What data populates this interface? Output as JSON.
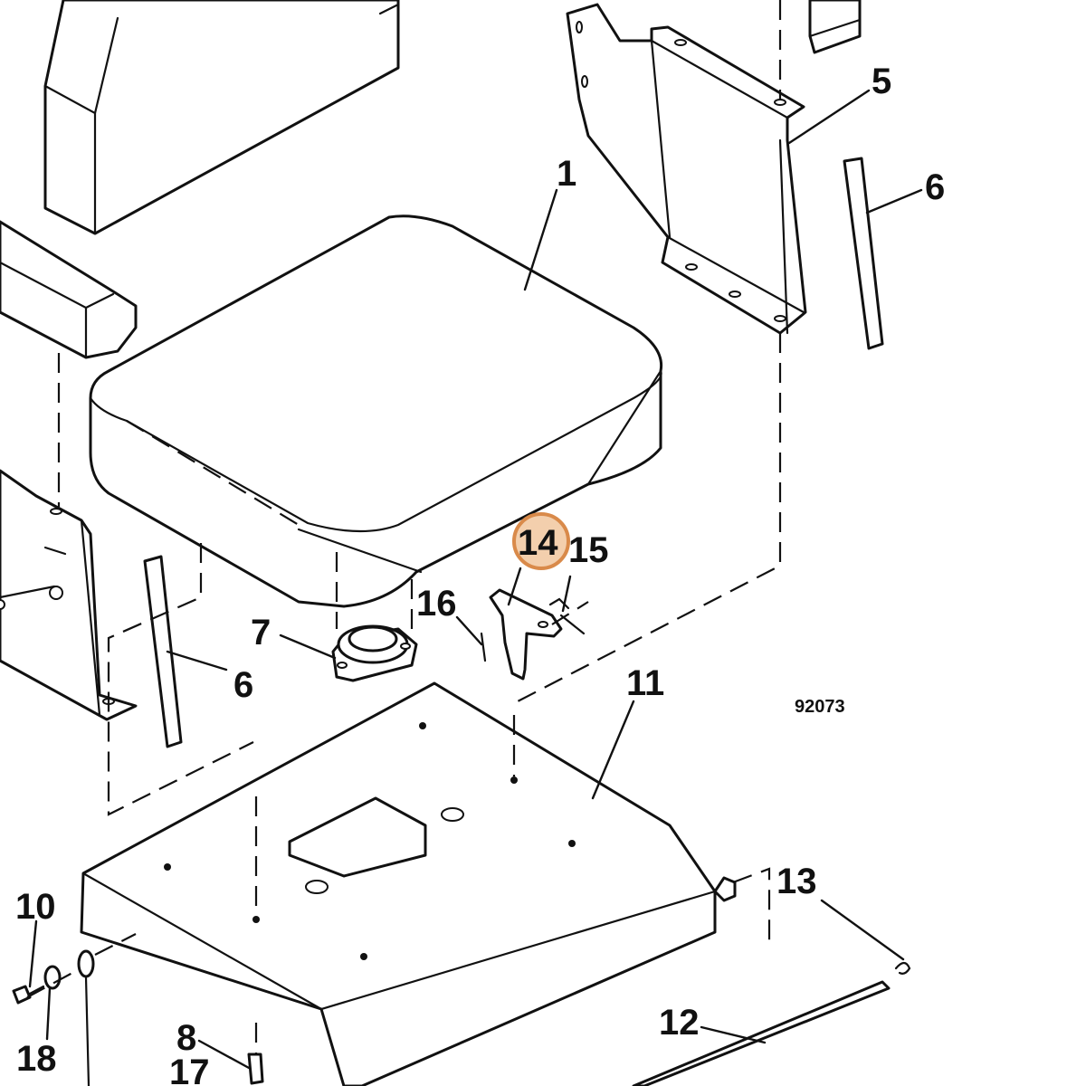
{
  "diagram": {
    "reference_number": "92073",
    "callouts": [
      {
        "id": "c1",
        "label": "1"
      },
      {
        "id": "c5",
        "label": "5"
      },
      {
        "id": "c6a",
        "label": "6"
      },
      {
        "id": "c6b",
        "label": "6"
      },
      {
        "id": "c7",
        "label": "7"
      },
      {
        "id": "c8",
        "label": "8"
      },
      {
        "id": "c10",
        "label": "10"
      },
      {
        "id": "c11",
        "label": "11"
      },
      {
        "id": "c12",
        "label": "12"
      },
      {
        "id": "c13",
        "label": "13"
      },
      {
        "id": "c14",
        "label": "14"
      },
      {
        "id": "c15",
        "label": "15"
      },
      {
        "id": "c16",
        "label": "16"
      },
      {
        "id": "c17",
        "label": "17"
      },
      {
        "id": "c18",
        "label": "18"
      }
    ],
    "highlighted_callout": "14",
    "highlight_color": "#e9a86a"
  }
}
